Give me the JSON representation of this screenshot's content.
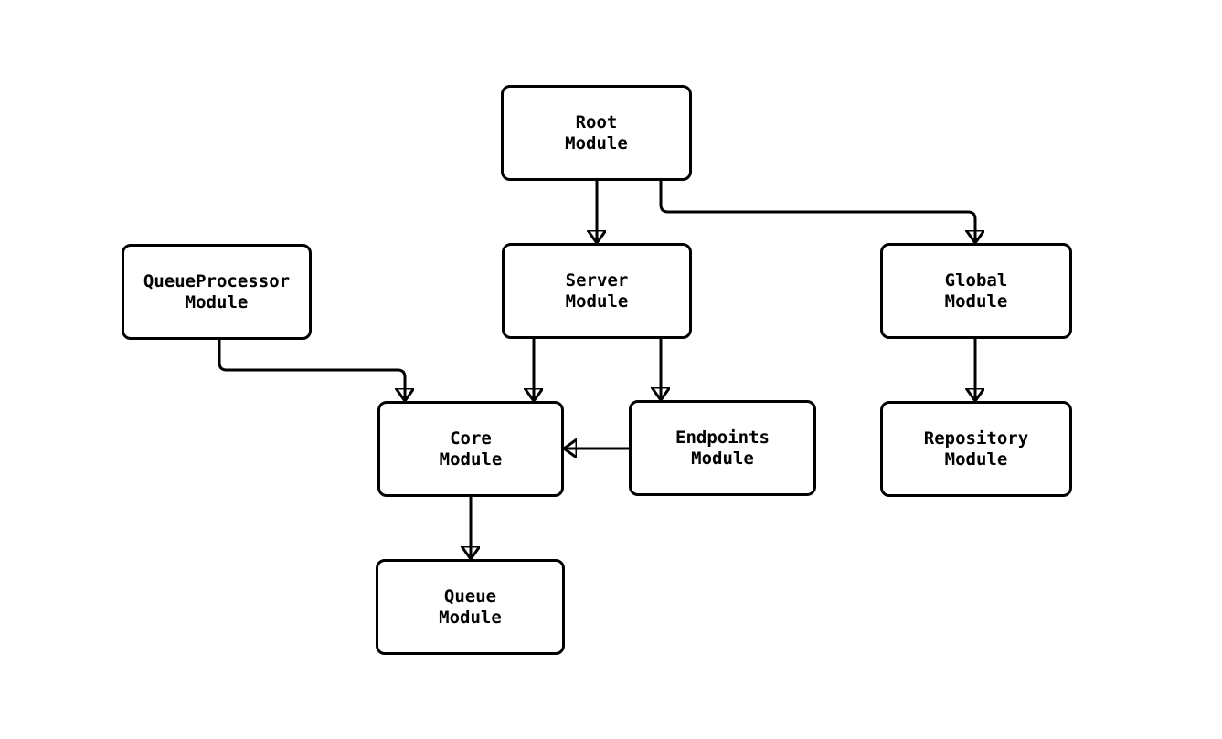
{
  "diagram": {
    "type": "module-dependency-diagram",
    "nodes": {
      "root": {
        "label": "Root\nModule"
      },
      "queueprocessor": {
        "label": "QueueProcessor\nModule"
      },
      "server": {
        "label": "Server\nModule"
      },
      "global": {
        "label": "Global\nModule"
      },
      "core": {
        "label": "Core\nModule"
      },
      "endpoints": {
        "label": "Endpoints\nModule"
      },
      "repository": {
        "label": "Repository\nModule"
      },
      "queue": {
        "label": "Queue\nModule"
      }
    },
    "edges": [
      {
        "from": "Root Module",
        "to": "Server Module"
      },
      {
        "from": "Root Module",
        "to": "Global Module"
      },
      {
        "from": "QueueProcessor Module",
        "to": "Core Module"
      },
      {
        "from": "Server Module",
        "to": "Core Module"
      },
      {
        "from": "Server Module",
        "to": "Endpoints Module"
      },
      {
        "from": "Endpoints Module",
        "to": "Core Module"
      },
      {
        "from": "Global Module",
        "to": "Repository Module"
      },
      {
        "from": "Core Module",
        "to": "Queue Module"
      }
    ]
  },
  "colors": {
    "background": "#ffffff",
    "node_fill": "#ffffff",
    "node_border": "#000000",
    "arrow": "#000000",
    "text": "#000000"
  }
}
